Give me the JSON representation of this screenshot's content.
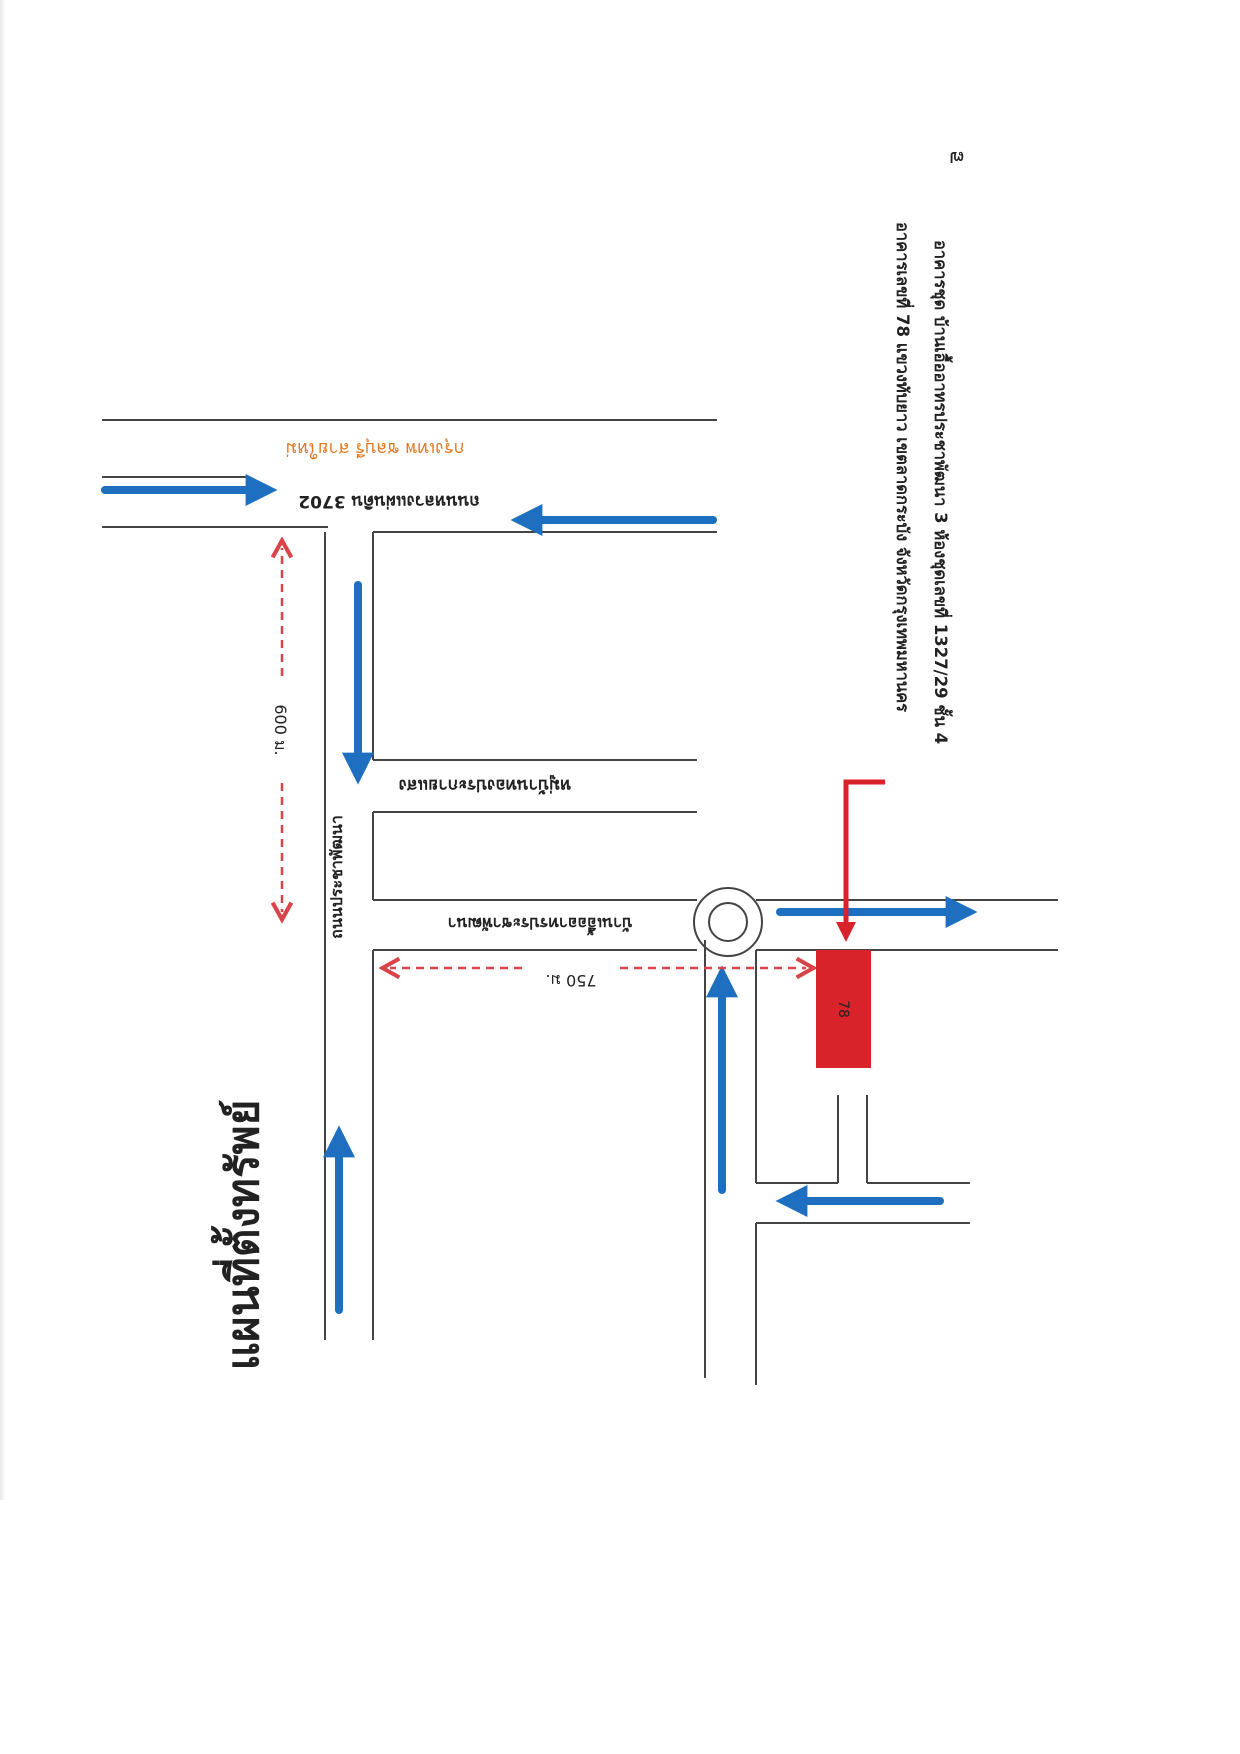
{
  "page": {
    "page_number": "๗",
    "map_title": "แผนที่ตั้งทรัพย์"
  },
  "building_info": {
    "line1": "อาคารชุด บ้านเอื้ออาทรประชาพัฒนา 3 ห้องชุดเลขที่ 1327/29 ชั้น 4",
    "line2": "อาคารเลขที่ 78 แขวงทับยาว เขตลาดกระบัง จังหวัดกรุงเทพมหานคร"
  },
  "roads": {
    "main_road": "ถนนหลวงแผ่นดิน 3702",
    "main_road_direction": "กรุงเทพ ชลบุรี สายใหม่",
    "side_road": "ถนนประชาพัฒนา",
    "branch_road": "หมู่บ้านทองประกายแสง",
    "access_road": "บ้านเอื้ออาทรประชาพัฒนา"
  },
  "distances": {
    "d1": "600 ม.",
    "d2": "750 ม."
  },
  "building_number": "78",
  "colors": {
    "road_arrow": "#1f6fc0",
    "distance_arrow": "#d9444a",
    "building": "#d8232a",
    "direction_text": "#e07a22",
    "road_line": "#444444"
  }
}
